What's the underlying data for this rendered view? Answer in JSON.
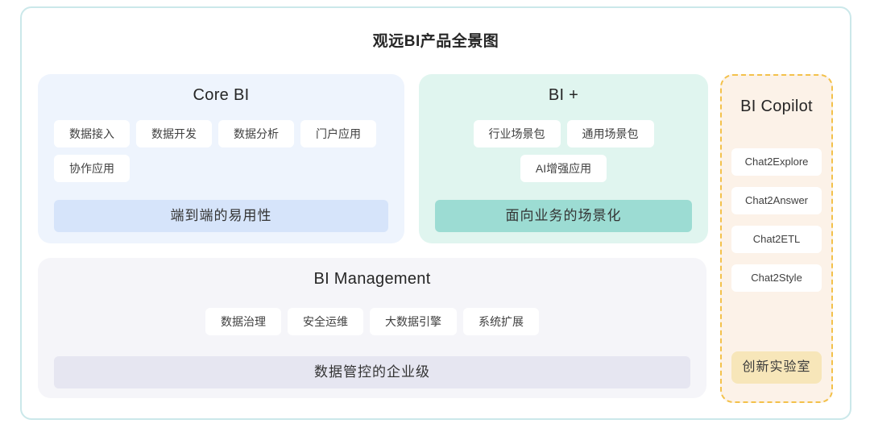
{
  "title": "观远BI产品全景图",
  "panels": {
    "core_bi": {
      "title": "Core BI",
      "chips": [
        "数据接入",
        "数据开发",
        "数据分析",
        "门户应用",
        "协作应用"
      ],
      "banner": "端到端的易用性"
    },
    "bi_plus": {
      "title": "BI +",
      "chips": [
        "行业场景包",
        "通用场景包",
        "AI增强应用"
      ],
      "banner": "面向业务的场景化"
    },
    "bi_management": {
      "title": "BI Management",
      "chips": [
        "数据治理",
        "安全运维",
        "大数据引擎",
        "系统扩展"
      ],
      "banner": "数据管控的企业级"
    },
    "bi_copilot": {
      "title": "BI Copilot",
      "chips": [
        "Chat2Explore",
        "Chat2Answer",
        "Chat2ETL",
        "Chat2Style"
      ],
      "highlight": "创新实验室"
    }
  },
  "colors": {
    "frame_border": "#CBE8EA",
    "text_dark": "#262626",
    "chip_bg": "#FFFFFF",
    "chip_text": "#404040",
    "core_panel": "#EEF4FD",
    "core_banner": "#D6E4FA",
    "plus_panel": "#E0F5EF",
    "plus_banner": "#9CDCD3",
    "mgmt_panel": "#F5F5F9",
    "mgmt_banner": "#E6E6F1",
    "copilot_panel": "#FCF2E8",
    "copilot_border": "#F3C14B",
    "highlight_bg": "#F7E6B9"
  }
}
